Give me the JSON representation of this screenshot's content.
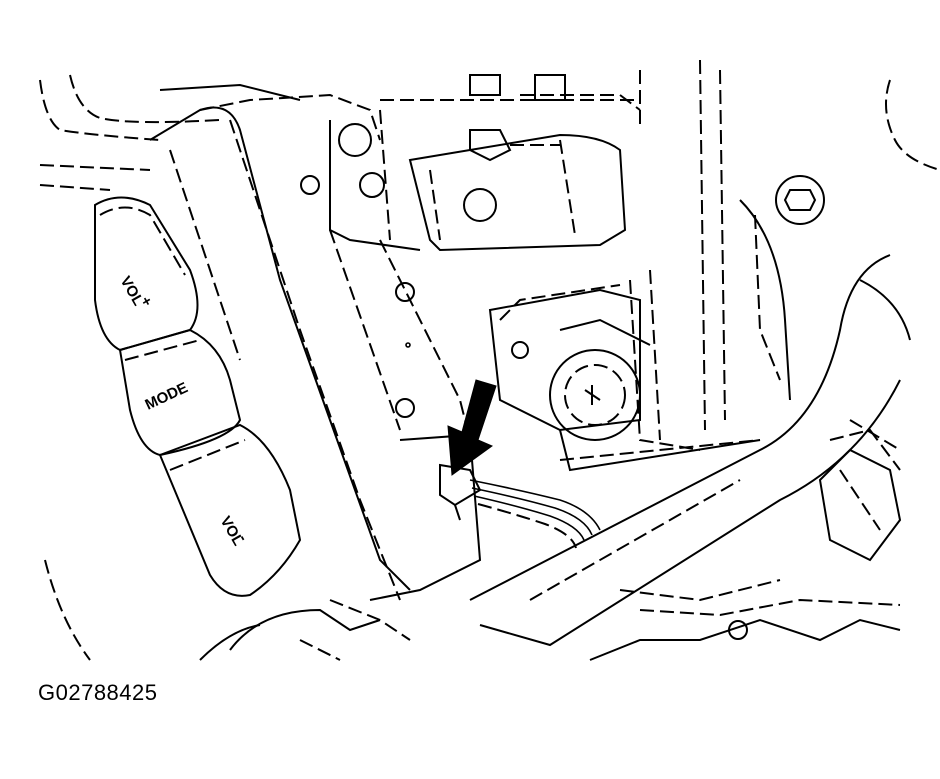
{
  "figure": {
    "caption": "G02788425",
    "buttons": {
      "vol_up_top": "VOL",
      "vol_up_bottom": "+",
      "mode": "MODE",
      "vol_down_top": "VOL",
      "vol_down_bottom": "-"
    },
    "colors": {
      "line": "#000000",
      "background": "#ffffff"
    },
    "icons": [
      "arrow-icon",
      "bolt-icon",
      "connector-icon",
      "steering-wheel-icon"
    ]
  }
}
